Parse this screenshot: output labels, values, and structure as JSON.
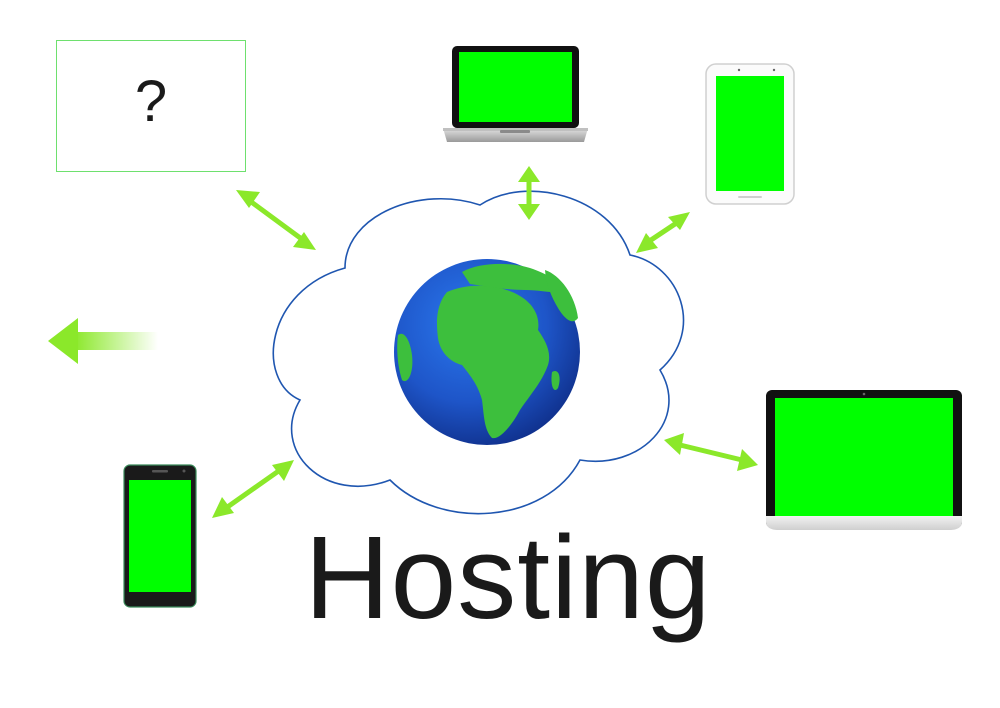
{
  "diagram": {
    "title": "Hosting",
    "unknown_box": {
      "label": "?"
    },
    "nodes": [
      {
        "id": "laptop",
        "device": "laptop"
      },
      {
        "id": "tablet",
        "device": "tablet"
      },
      {
        "id": "monitor",
        "device": "all-in-one-display"
      },
      {
        "id": "phone",
        "device": "smartphone"
      },
      {
        "id": "unknown",
        "device": "unknown"
      }
    ],
    "center": {
      "shape": "cloud",
      "icon": "globe-icon"
    },
    "connections": [
      {
        "from": "cloud",
        "to": "unknown",
        "type": "bidirectional"
      },
      {
        "from": "cloud",
        "to": "laptop",
        "type": "bidirectional"
      },
      {
        "from": "cloud",
        "to": "tablet",
        "type": "bidirectional"
      },
      {
        "from": "cloud",
        "to": "monitor",
        "type": "bidirectional"
      },
      {
        "from": "cloud",
        "to": "phone",
        "type": "bidirectional"
      },
      {
        "from": "cloud",
        "to": "outside",
        "type": "outgoing"
      }
    ]
  },
  "colors": {
    "screen": "#00ff00",
    "arrow": "#8be82a",
    "cloud_stroke": "#1f56b0",
    "ocean": "#1e55c8",
    "land": "#3dbf3d",
    "box_border": "#6ee06e",
    "text": "#1a1a1a"
  }
}
